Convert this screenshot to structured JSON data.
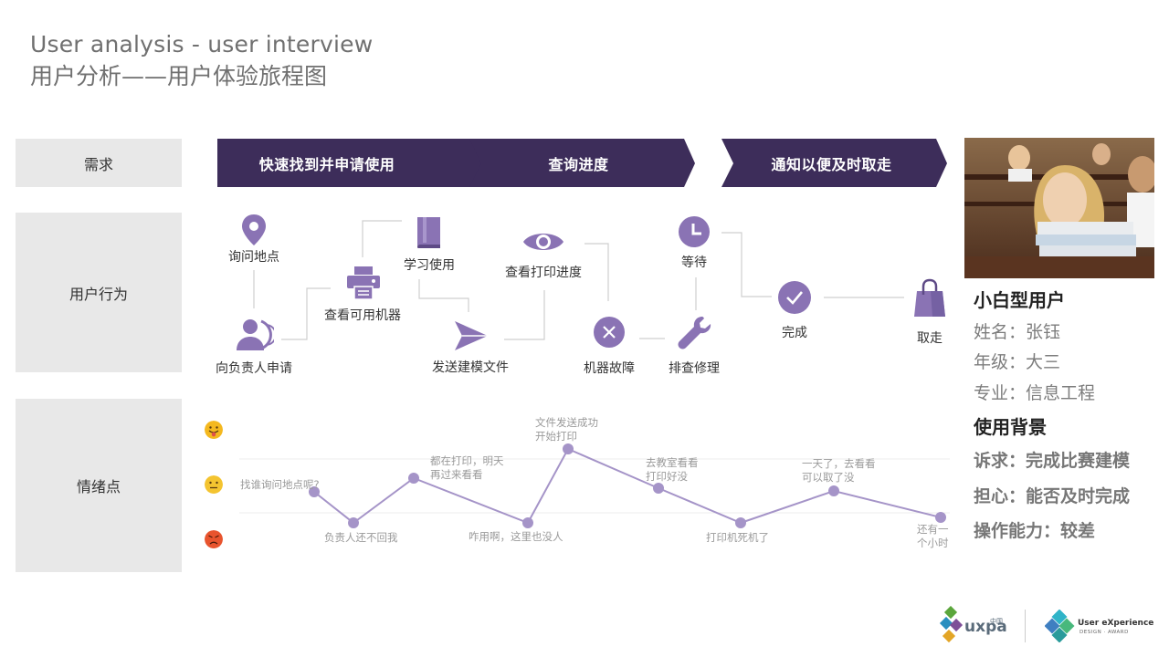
{
  "title": {
    "en": "User analysis - user interview",
    "cn": "用户分析——用户体验旅程图"
  },
  "rows": {
    "needs": "需求",
    "behavior": "用户行为",
    "emotion": "情绪点"
  },
  "stages": [
    "快速找到并申请使用",
    "查询进度",
    "通知以便及时取走"
  ],
  "actions": {
    "ask_location": "询问地点",
    "apply": "向负责人申请",
    "check_machine": "查看可用机器",
    "learn": "学习使用",
    "send_file": "发送建模文件",
    "check_progress": "查看打印进度",
    "machine_fault": "机器故障",
    "repair": "排查修理",
    "wait": "等待",
    "done": "完成",
    "pickup": "取走"
  },
  "emotion_levels": [
    "happy",
    "neutral",
    "angry"
  ],
  "emotion_points": [
    {
      "text": "找谁询问地点呢?",
      "level": "neutral"
    },
    {
      "text": "负责人还不回我",
      "level": "low"
    },
    {
      "text": "都在打印，明天\n再过来看看",
      "level": "neutral"
    },
    {
      "text": "咋用啊，这里也没人",
      "level": "low"
    },
    {
      "text": "文件发送成功\n开始打印",
      "level": "high"
    },
    {
      "text": "去教室看看\n打印好没",
      "level": "neutral"
    },
    {
      "text": "打印机死机了",
      "level": "low"
    },
    {
      "text": "一天了，去看看\n可以取了没",
      "level": "neutral"
    },
    {
      "text": "还有一\n个小时",
      "level": "low"
    }
  ],
  "persona": {
    "type": "小白型用户",
    "name": "姓名：张钰",
    "grade": "年级：大三",
    "major": "专业：信息工程",
    "bg_title": "使用背景",
    "appeal": "诉求：完成比赛建模",
    "worry": "担心：能否及时完成",
    "ability": "操作能力：较差"
  },
  "logos": {
    "uxpa": "uxpa",
    "uxpa_cn": "中国",
    "award_line1": "User eXperience",
    "award_line2": "DESIGN · AWARD"
  },
  "colors": {
    "accent": "#3d2d5a",
    "icon": "#8a73b4",
    "emotion_line": "#a594c8",
    "connector": "#cfcfcf"
  }
}
